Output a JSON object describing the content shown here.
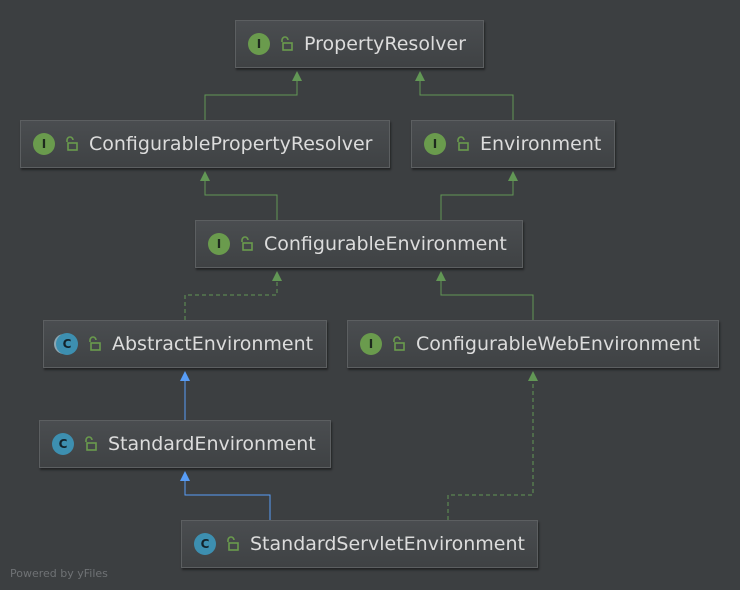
{
  "diagram": {
    "nodes": {
      "property_resolver": {
        "name": "PropertyResolver",
        "kind": "I"
      },
      "configurable_property_resolver": {
        "name": "ConfigurablePropertyResolver",
        "kind": "I"
      },
      "environment": {
        "name": "Environment",
        "kind": "I"
      },
      "configurable_environment": {
        "name": "ConfigurableEnvironment",
        "kind": "I"
      },
      "abstract_environment": {
        "name": "AbstractEnvironment",
        "kind": "C"
      },
      "configurable_web_environment": {
        "name": "ConfigurableWebEnvironment",
        "kind": "I"
      },
      "standard_environment": {
        "name": "StandardEnvironment",
        "kind": "C"
      },
      "standard_servlet_environment": {
        "name": "StandardServletEnvironment",
        "kind": "C"
      }
    },
    "edges": [
      {
        "from": "ConfigurablePropertyResolver",
        "to": "PropertyResolver",
        "type": "extends"
      },
      {
        "from": "Environment",
        "to": "PropertyResolver",
        "type": "extends"
      },
      {
        "from": "ConfigurableEnvironment",
        "to": "ConfigurablePropertyResolver",
        "type": "extends"
      },
      {
        "from": "ConfigurableEnvironment",
        "to": "Environment",
        "type": "extends"
      },
      {
        "from": "AbstractEnvironment",
        "to": "ConfigurableEnvironment",
        "type": "implements"
      },
      {
        "from": "ConfigurableWebEnvironment",
        "to": "ConfigurableEnvironment",
        "type": "extends"
      },
      {
        "from": "StandardEnvironment",
        "to": "AbstractEnvironment",
        "type": "extends-class"
      },
      {
        "from": "StandardServletEnvironment",
        "to": "StandardEnvironment",
        "type": "extends-class"
      },
      {
        "from": "StandardServletEnvironment",
        "to": "ConfigurableWebEnvironment",
        "type": "implements"
      }
    ],
    "colors": {
      "background": "#3c3f41",
      "interface_edge": "#629755",
      "class_edge": "#589df6",
      "interface_badge": "#6a9b4d",
      "class_badge": "#3d8fb0"
    }
  },
  "footer": "Powered by yFiles"
}
